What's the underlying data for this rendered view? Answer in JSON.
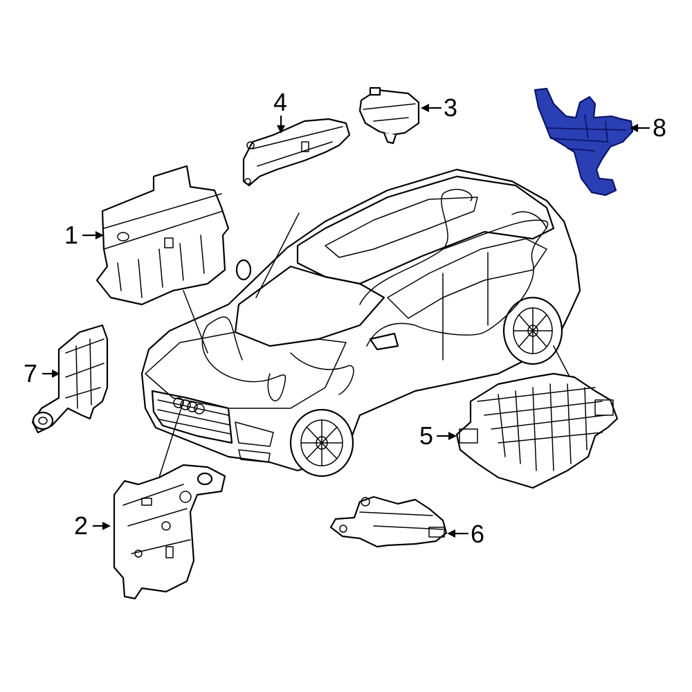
{
  "callouts": [
    {
      "id": "1",
      "label": "1"
    },
    {
      "id": "2",
      "label": "2"
    },
    {
      "id": "3",
      "label": "3"
    },
    {
      "id": "4",
      "label": "4"
    },
    {
      "id": "5",
      "label": "5"
    },
    {
      "id": "6",
      "label": "6"
    },
    {
      "id": "7",
      "label": "7"
    },
    {
      "id": "8",
      "label": "8",
      "highlighted": true
    }
  ],
  "colors": {
    "highlight": "#2b3fb5",
    "line": "#000000",
    "background": "#ffffff"
  }
}
